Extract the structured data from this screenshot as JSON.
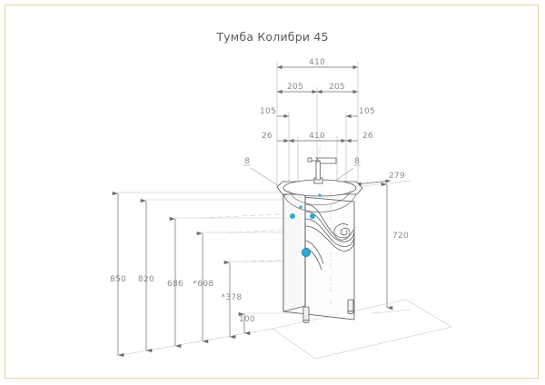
{
  "document": {
    "title": "Тумба Колибри 45",
    "type": "technical-drawing",
    "border_color": "#e6d3a3",
    "line_color": "#55595c",
    "dimension_color": "#8a8a8a",
    "accent_color": "#29abd4",
    "background": "#ffffff"
  },
  "dimensions": {
    "top_chain": {
      "overall_width": "410",
      "half_left": "205",
      "half_right": "205",
      "offset_left": "105",
      "offset_right": "105",
      "edge_left": "26",
      "edge_right": "26",
      "inner_width": "410"
    },
    "right_chain": {
      "depth": "279",
      "cabinet_height": "720"
    },
    "left_chain": {
      "total_height": "850",
      "counter_height": "820",
      "basin_top": "686",
      "shelf_upper": "*608",
      "shelf_lower": "*378",
      "leg_height": "100"
    }
  },
  "callouts": [
    {
      "label": "8",
      "side": "left"
    },
    {
      "label": "8",
      "side": "right"
    }
  ],
  "product": {
    "name": "Тумба Колибри 45",
    "parts": {
      "basin": "washbasin",
      "faucet": "mixer-tap",
      "cabinet": "vanity-cabinet",
      "door": "cabinet-door",
      "legs": "adjustable-legs",
      "decor": "wave-swirl-pattern"
    }
  }
}
